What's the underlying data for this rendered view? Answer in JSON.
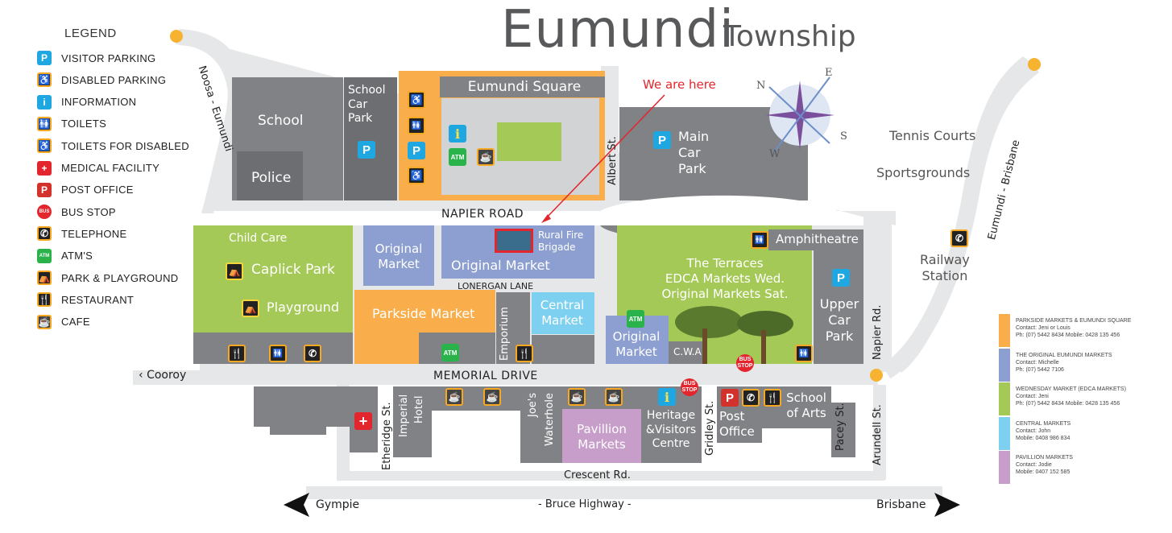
{
  "title": {
    "main": "Eumundi",
    "sub": "Township"
  },
  "legend": {
    "title": "LEGEND",
    "items": [
      {
        "label": "VISITOR PARKING",
        "icon": "parking-icon",
        "glyph": "P",
        "color": "#1ea7e0"
      },
      {
        "label": "DISABLED PARKING",
        "icon": "disabled-parking-icon",
        "glyph": "♿",
        "color": "#222222"
      },
      {
        "label": "INFORMATION",
        "icon": "information-icon",
        "glyph": "i",
        "color": "#1ea7e0"
      },
      {
        "label": "TOILETS",
        "icon": "toilets-icon",
        "glyph": "🚻",
        "color": "#222222"
      },
      {
        "label": "TOILETS FOR DISABLED",
        "icon": "disabled-toilets-icon",
        "glyph": "♿",
        "color": "#222222"
      },
      {
        "label": "MEDICAL FACILITY",
        "icon": "medical-icon",
        "glyph": "+",
        "color": "#e3262d"
      },
      {
        "label": "POST OFFICE",
        "icon": "post-office-icon",
        "glyph": "P",
        "color": "#d2312c"
      },
      {
        "label": "BUS STOP",
        "icon": "bus-stop-icon",
        "glyph": "BUS",
        "color": "#e3262d"
      },
      {
        "label": "TELEPHONE",
        "icon": "telephone-icon",
        "glyph": "✆",
        "color": "#222222"
      },
      {
        "label": "ATM'S",
        "icon": "atm-icon",
        "glyph": "ATM",
        "color": "#2bb34b"
      },
      {
        "label": "PARK & PLAYGROUND",
        "icon": "park-icon",
        "glyph": "⛺",
        "color": "#222222"
      },
      {
        "label": "RESTAURANT",
        "icon": "restaurant-icon",
        "glyph": "🍴",
        "color": "#222222"
      },
      {
        "label": "CAFE",
        "icon": "cafe-icon",
        "glyph": "☕",
        "color": "#444444"
      }
    ]
  },
  "places": {
    "school": "School",
    "police": "Police",
    "school_car_park": [
      "School",
      "Car",
      "Park"
    ],
    "eumundi_square": "Eumundi Square",
    "main_car_park": [
      "Main",
      "Car",
      "Park"
    ],
    "tennis_courts": "Tennis Courts",
    "sportsgrounds": "Sportsgrounds",
    "railway_station": [
      "Railway",
      "Station"
    ],
    "child_care": "Child Care",
    "caplick_park": "Caplick Park",
    "playground": "Playground",
    "original_market_1": [
      "Original",
      "Market"
    ],
    "original_market_2": "Original Market",
    "rural_fire_brigade": [
      "Rural Fire",
      "Brigade"
    ],
    "parkside_market": "Parkside Market",
    "emporium": "Emporium",
    "central_market": [
      "Central",
      "Market"
    ],
    "original_market_3": [
      "Original",
      "Market"
    ],
    "cwa": "C.W.A",
    "terraces": [
      "The Terraces",
      "EDCA Markets Wed.",
      "Original Markets Sat."
    ],
    "amphitheatre": "Amphitheatre",
    "upper_car_park": [
      "Upper",
      "Car",
      "Park"
    ],
    "imperial_hotel": [
      "Imperial",
      "Hotel"
    ],
    "joes_waterhole": [
      "Joe's",
      "Waterhole"
    ],
    "pavillion_markets": [
      "Pavillion",
      "Markets"
    ],
    "heritage_centre": [
      "Heritage",
      "&Visitors",
      "Centre"
    ],
    "post_office": [
      "Post",
      "Office"
    ],
    "school_of_arts": [
      "School",
      "of Arts"
    ],
    "we_are_here": "We are here"
  },
  "roads": {
    "napier_road": "NAPIER ROAD",
    "lonergan_lane": "LONERGAN LANE",
    "memorial_drive": "MEMORIAL DRIVE",
    "cooroy": "Cooroy",
    "crescent_rd": "Crescent Rd.",
    "albert_st": "Albert St.",
    "etheridge_st": "Etheridge St.",
    "gridley_st": "Gridley St.",
    "pacey_st": "Pacey St.",
    "arundell_st": "Arundell St.",
    "napier_rd": "Napier Rd.",
    "noosa_eumundi": "Noosa - Eumundi",
    "eumundi_brisbane": "Eumundi - Brisbane",
    "gympie": "Gympie",
    "bruce_highway": "- Bruce Highway -",
    "brisbane": "Brisbane"
  },
  "compass": {
    "n": "N",
    "e": "E",
    "s": "S",
    "w": "W"
  },
  "bus_stop_text": [
    "BUS",
    "STOP"
  ],
  "atm_text": "ATM",
  "contacts": [
    {
      "color": "#f9ae4b",
      "title": "PARKSIDE MARKETS & EUMUNDI SQUARE",
      "line1": "Contact: Jeni or Louis",
      "line2": "Ph: (07) 5442 8434  Mobile: 0428 135 456"
    },
    {
      "color": "#8c9fd0",
      "title": "THE ORIGINAL EUMUNDI MARKETS",
      "line1": "Contact: Michelle",
      "line2": "Ph: (07) 5442 7106"
    },
    {
      "color": "#a5c957",
      "title": "WEDNESDAY MARKET (EDCA MARKETS)",
      "line1": "Contact: Jeni",
      "line2": "Ph: (07) 5442 8434  Mobile: 0428 135 456"
    },
    {
      "color": "#7dd0f0",
      "title": "CENTRAL MARKETS",
      "line1": "Contact: John",
      "line2": "Mobile: 0408 986 834"
    },
    {
      "color": "#c79dc9",
      "title": "PAVILLION MARKETS",
      "line1": "Contact: Jodie",
      "line2": "Mobile: 0407 152 585"
    }
  ],
  "colors": {
    "grey_block": "#808285",
    "road": "#e6e7e8",
    "parkside": "#f9ae4b",
    "original": "#8c9fd0",
    "edca": "#a5c957",
    "central": "#7dd0f0",
    "pavillion": "#c79dc9"
  }
}
